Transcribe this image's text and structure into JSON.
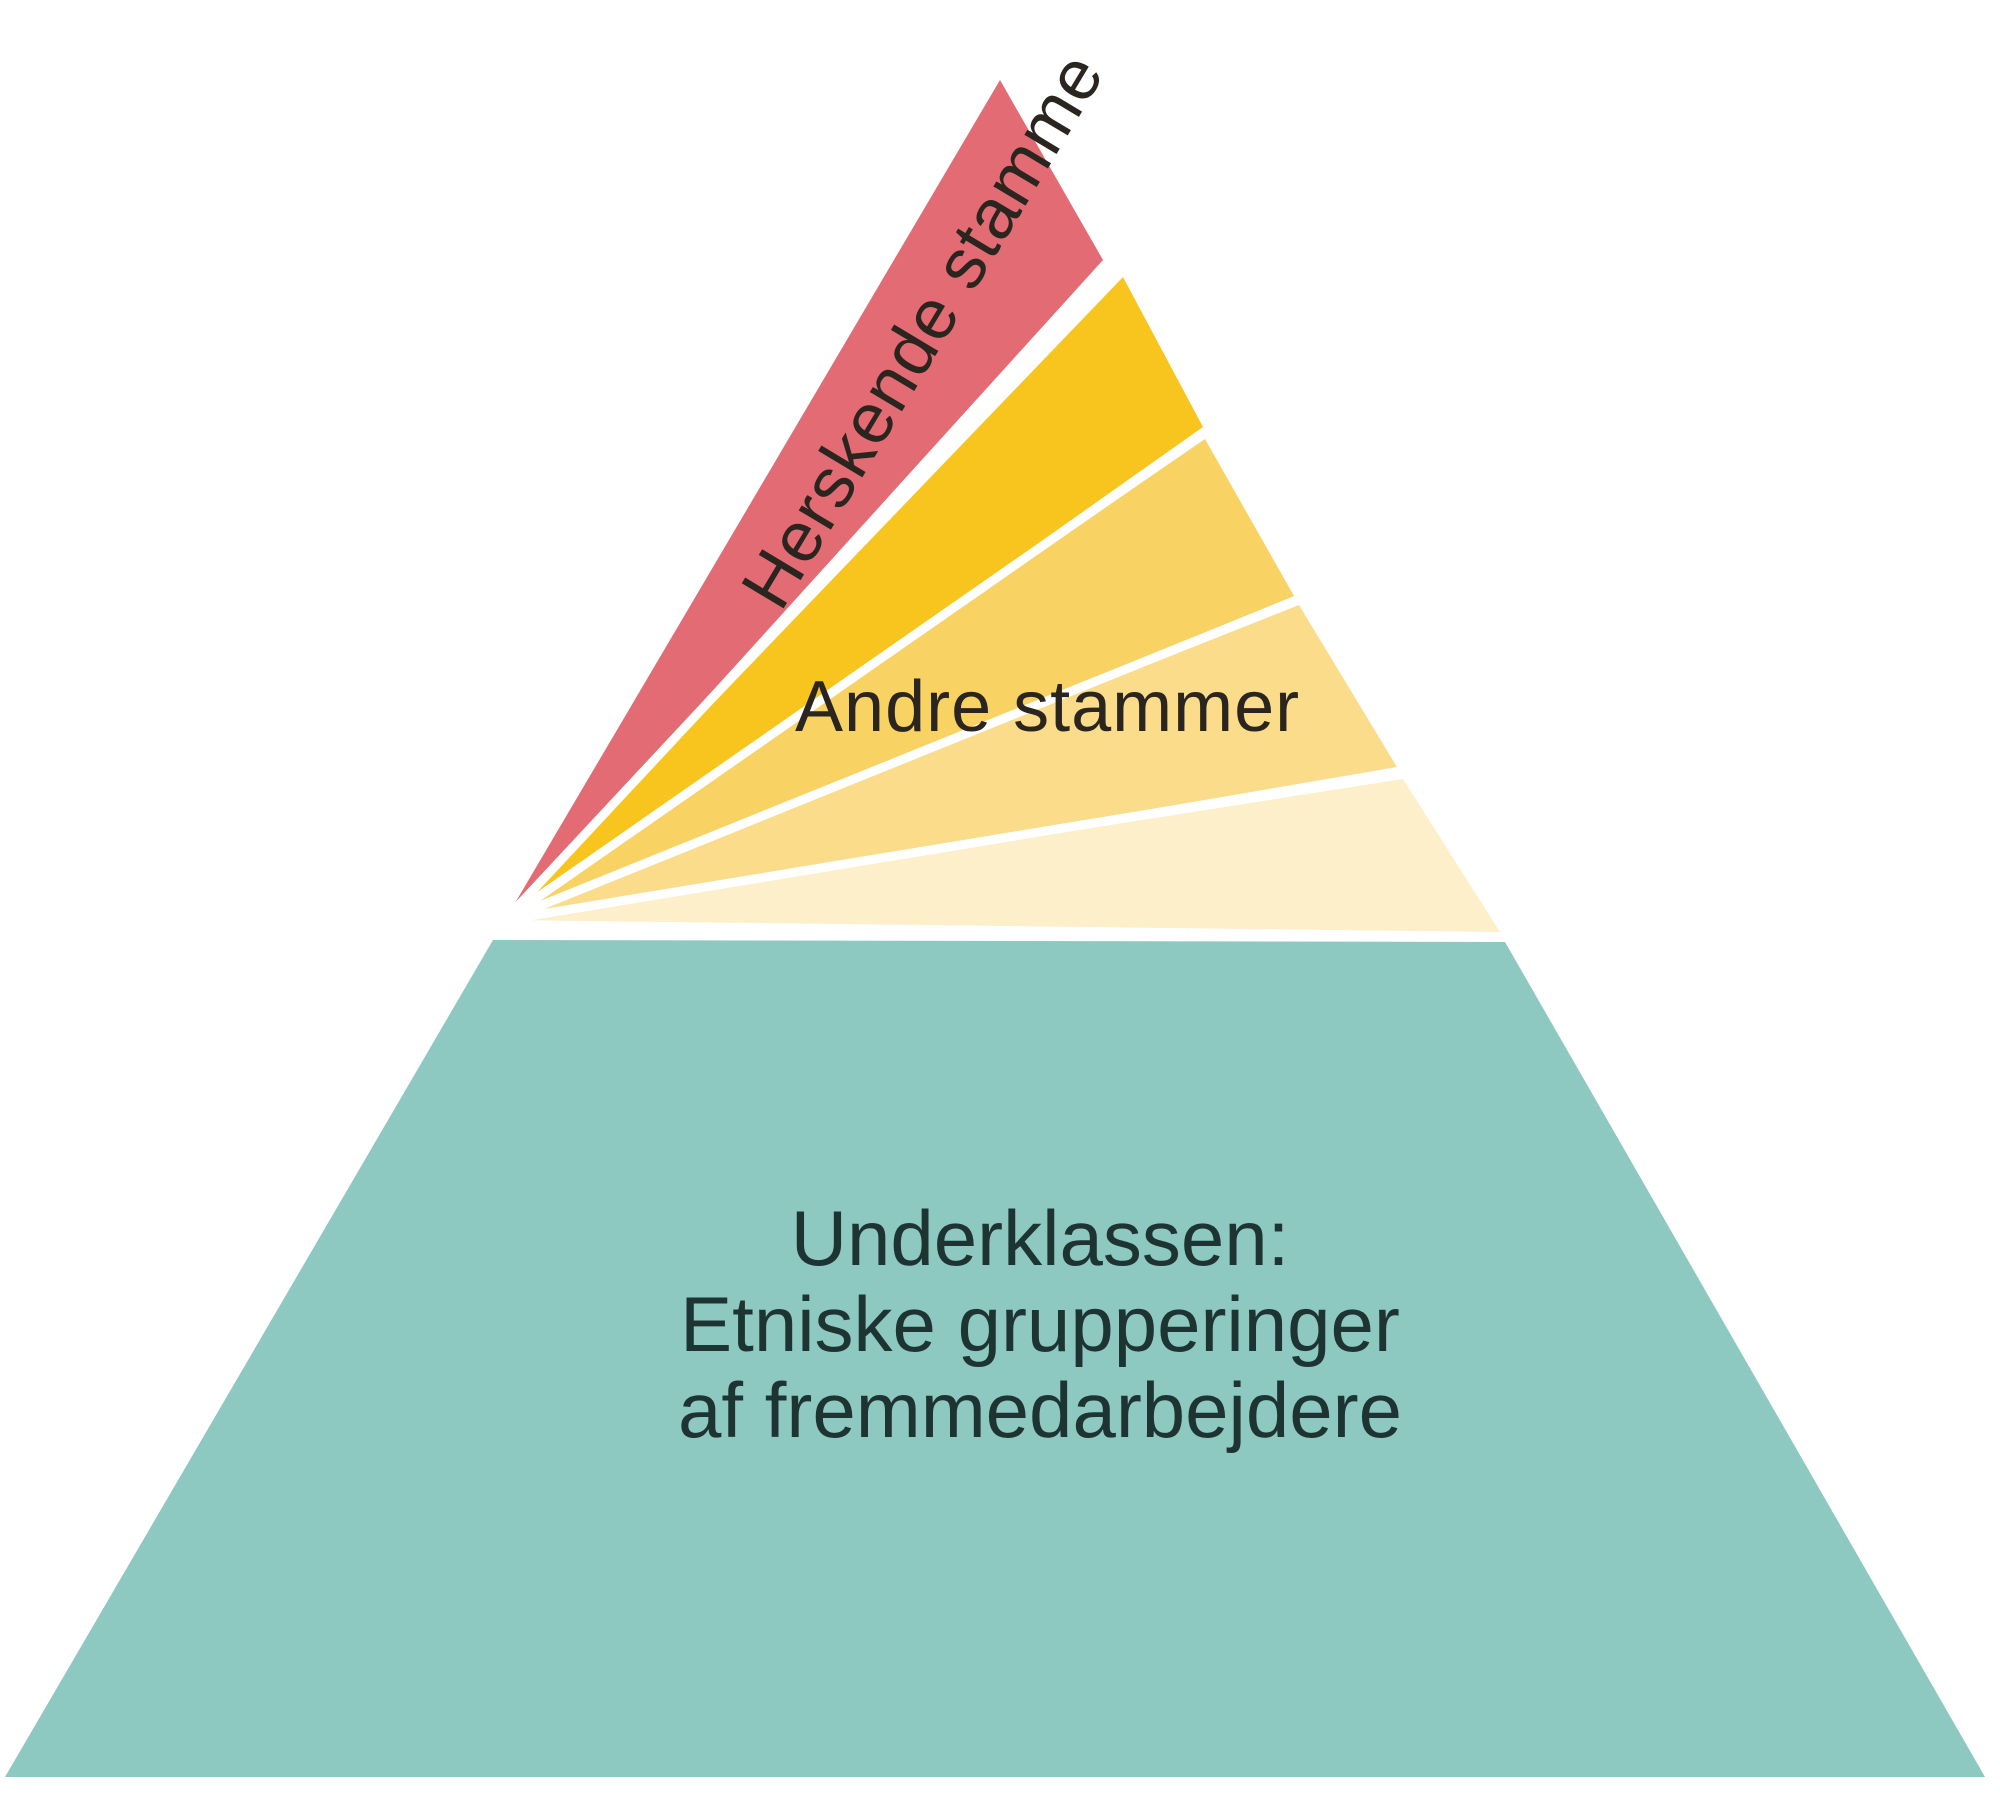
{
  "diagram": {
    "type": "pyramid",
    "background_color": "#ffffff",
    "divider_color": "#ffffff",
    "label_color": "#2B2520",
    "underklassen_label_color": "#1E3432",
    "segments": [
      {
        "id": "herskende-stamme",
        "label": "Herskende stamme",
        "color": "#E36C74"
      },
      {
        "id": "andre-stammer-1",
        "label": "",
        "color": "#F7C51E"
      },
      {
        "id": "andre-stammer-2",
        "label": "Andre stammer",
        "color": "#F8D262"
      },
      {
        "id": "andre-stammer-3",
        "label": "",
        "color": "#FADC8B"
      },
      {
        "id": "andre-stammer-4",
        "label": "",
        "color": "#FCEFC9"
      },
      {
        "id": "underklassen",
        "label_lines": [
          "Underklassen:",
          "Etniske grupperinger",
          "af fremmedarbejdere"
        ],
        "color": "#8DC8C1"
      }
    ]
  }
}
